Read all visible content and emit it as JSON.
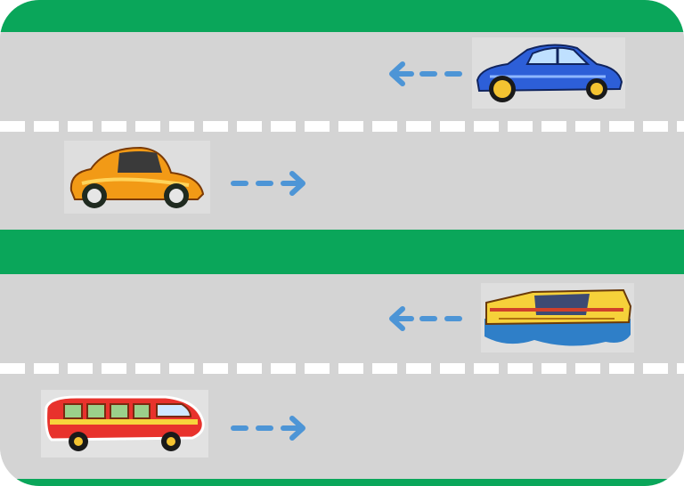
{
  "scene": {
    "type": "traffic-lanes",
    "colors": {
      "grass": "#0aa65a",
      "road": "#d4d4d4",
      "lane_line": "#ffffff",
      "dash": "#d4d4d4",
      "arrow": "#4d95d6"
    },
    "roads": [
      {
        "lanes": [
          {
            "direction": "left",
            "vehicle": "blue-classic-coupe"
          },
          {
            "direction": "right",
            "vehicle": "orange-beetle-car"
          }
        ]
      },
      {
        "lanes": [
          {
            "direction": "left",
            "vehicle": "yellow-lowrider-car"
          },
          {
            "direction": "right",
            "vehicle": "red-camper-bus"
          }
        ]
      }
    ]
  }
}
